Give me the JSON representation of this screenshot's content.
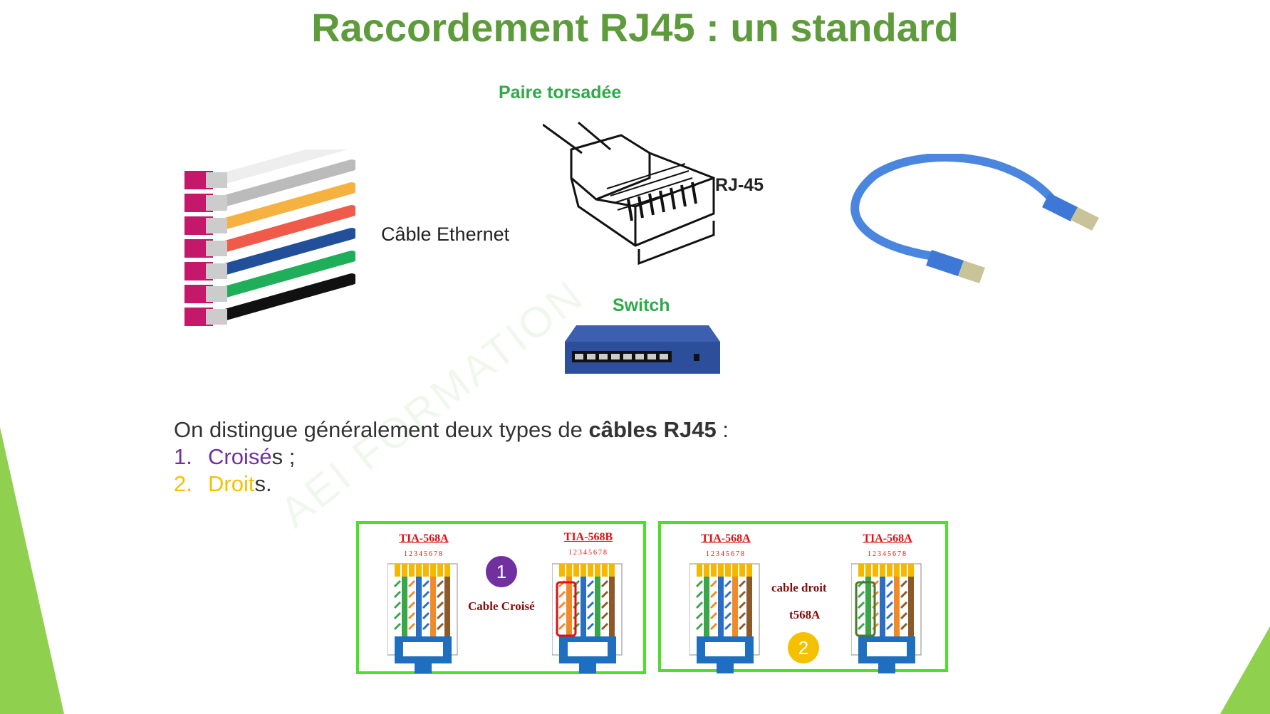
{
  "title": "Raccordement RJ45 : un standard",
  "labels": {
    "paire": "Paire torsadée",
    "rj45": "RJ-45",
    "cable_ethernet": "Câble Ethernet",
    "switch": "Switch"
  },
  "paragraph": {
    "intro": "On distingue généralement deux types de ",
    "intro_bold": "câbles RJ45",
    "intro_end": " :",
    "items": [
      {
        "num": "1.",
        "word": "Croisé",
        "suffix": "s ;",
        "color": "#7030a0"
      },
      {
        "num": "2.",
        "word": "Droit",
        "suffix": "s.",
        "color": "#f5c000"
      }
    ]
  },
  "diagram1": {
    "left": "TIA-568A",
    "right": "TIA-568B",
    "badge": "1",
    "caption": "Cable Croisé",
    "pins": "12345678"
  },
  "diagram2": {
    "left": "TIA-568A",
    "right": "TIA-568A",
    "badge": "2",
    "caption1": "cable droit",
    "caption2": "t568A",
    "pins": "12345678"
  },
  "watermark": "AEI FORMATION",
  "colors": {
    "title": "#5e9b3b",
    "accent_green": "#4be02a",
    "purple": "#7030a0",
    "yellow": "#f5c000"
  }
}
